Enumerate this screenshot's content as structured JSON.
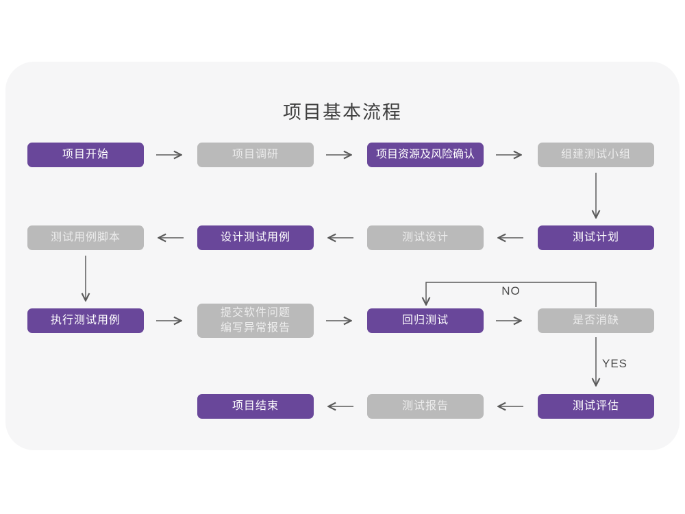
{
  "title": "项目基本流程",
  "labels": {
    "no": "NO",
    "yes": "YES"
  },
  "colors": {
    "accent_purple": "#69479a",
    "node_gray": "#bababa",
    "panel_background": "#f6f6f7",
    "arrow": "#5a5a5a",
    "title_text": "#3f3f3f",
    "node_text": "#ffffff"
  },
  "nodes": [
    {
      "id": "project-start",
      "label": "项目开始",
      "variant": "purple"
    },
    {
      "id": "project-research",
      "label": "项目调研",
      "variant": "gray"
    },
    {
      "id": "resources-risk",
      "label": "项目资源及风险确认",
      "variant": "purple"
    },
    {
      "id": "build-test-team",
      "label": "组建测试小组",
      "variant": "gray"
    },
    {
      "id": "test-plan",
      "label": "测试计划",
      "variant": "purple"
    },
    {
      "id": "test-design",
      "label": "测试设计",
      "variant": "gray"
    },
    {
      "id": "design-test-cases",
      "label": "设计测试用例",
      "variant": "purple"
    },
    {
      "id": "test-case-script",
      "label": "测试用例脚本",
      "variant": "gray"
    },
    {
      "id": "execute-test-cases",
      "label": "执行测试用例",
      "variant": "purple"
    },
    {
      "id": "submit-issue-report",
      "label": "提交软件问题\n编写异常报告",
      "variant": "gray"
    },
    {
      "id": "regression-test",
      "label": "回归测试",
      "variant": "purple"
    },
    {
      "id": "defect-cleared",
      "label": "是否消缺",
      "variant": "gray"
    },
    {
      "id": "test-evaluation",
      "label": "测试评估",
      "variant": "purple"
    },
    {
      "id": "test-report",
      "label": "测试报告",
      "variant": "gray"
    },
    {
      "id": "project-end",
      "label": "项目结束",
      "variant": "purple"
    }
  ],
  "edges": [
    {
      "from": "project-start",
      "to": "project-research",
      "label": ""
    },
    {
      "from": "project-research",
      "to": "resources-risk",
      "label": ""
    },
    {
      "from": "resources-risk",
      "to": "build-test-team",
      "label": ""
    },
    {
      "from": "build-test-team",
      "to": "test-plan",
      "label": ""
    },
    {
      "from": "test-plan",
      "to": "test-design",
      "label": ""
    },
    {
      "from": "test-design",
      "to": "design-test-cases",
      "label": ""
    },
    {
      "from": "design-test-cases",
      "to": "test-case-script",
      "label": ""
    },
    {
      "from": "test-case-script",
      "to": "execute-test-cases",
      "label": ""
    },
    {
      "from": "execute-test-cases",
      "to": "submit-issue-report",
      "label": ""
    },
    {
      "from": "submit-issue-report",
      "to": "regression-test",
      "label": ""
    },
    {
      "from": "regression-test",
      "to": "defect-cleared",
      "label": ""
    },
    {
      "from": "defect-cleared",
      "to": "regression-test",
      "label": "NO"
    },
    {
      "from": "defect-cleared",
      "to": "test-evaluation",
      "label": "YES"
    },
    {
      "from": "test-evaluation",
      "to": "test-report",
      "label": ""
    },
    {
      "from": "test-report",
      "to": "project-end",
      "label": ""
    }
  ]
}
